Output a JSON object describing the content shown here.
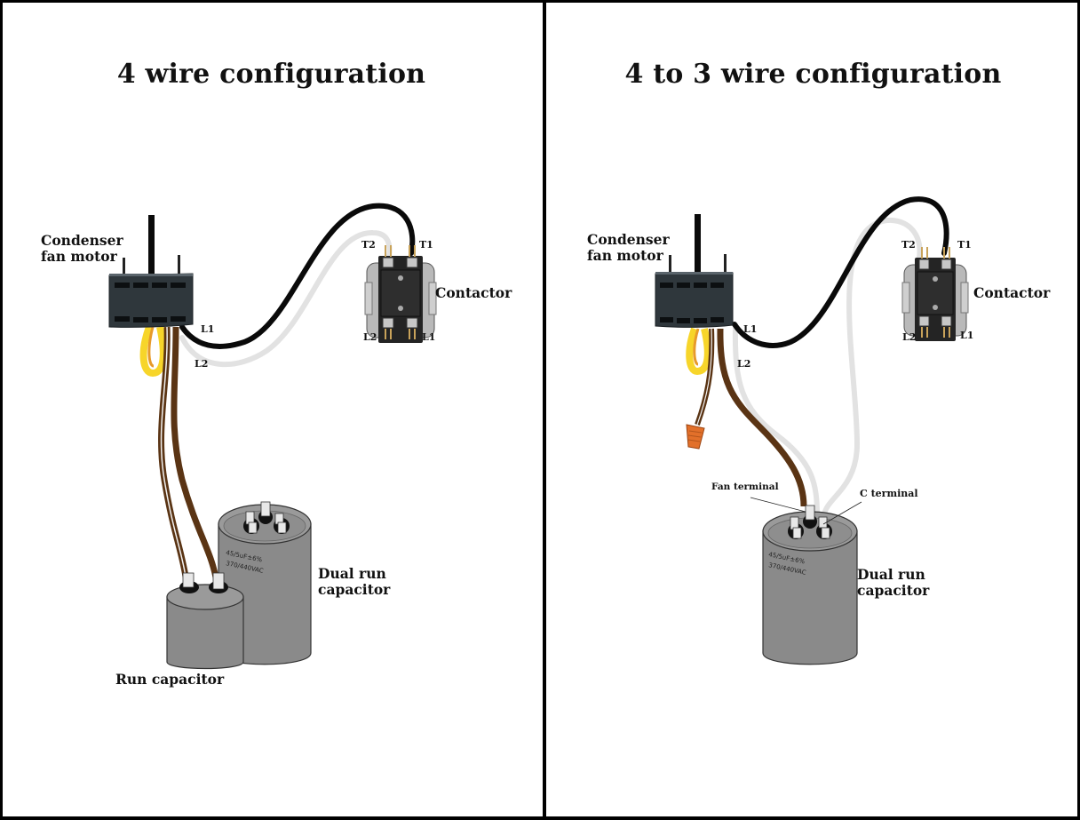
{
  "panels": [
    {
      "id": "left",
      "title": "4 wire configuration",
      "labels": {
        "motor_line1": "Condenser",
        "motor_line2": "fan motor",
        "contactor": "Contactor",
        "t1": "T1",
        "t2": "T2",
        "l1_contactor": "L1",
        "l2_contactor": "L2",
        "l1_wire": "L1",
        "l2_wire": "L2",
        "dual_cap_line1": "Dual run",
        "dual_cap_line2": "capacitor",
        "run_cap": "Run capacitor",
        "cap_rating_1": "45/5uF",
        "cap_rating_2": "±6%",
        "cap_voltage": "370/440VAC"
      }
    },
    {
      "id": "right",
      "title": "4 to 3 wire configuration",
      "labels": {
        "motor_line1": "Condenser",
        "motor_line2": "fan motor",
        "contactor": "Contactor",
        "t1": "T1",
        "t2": "T2",
        "l1_contactor": "L1",
        "l2_contactor": "L2",
        "l1_wire": "L1",
        "l2_wire": "L2",
        "fan_terminal": "Fan terminal",
        "c_terminal": "C terminal",
        "dual_cap_line1": "Dual run",
        "dual_cap_line2": "capacitor",
        "cap_rating_1": "45/5uF",
        "cap_rating_2": "±6%",
        "cap_voltage": "370/440VAC"
      }
    }
  ],
  "colors": {
    "wire_black": "#0a0a0a",
    "wire_white": "#e2e2e2",
    "wire_brown": "#5a3414",
    "wire_yellow": "#f7d52a",
    "wire_orange": "#e79a2a",
    "motor_body": "#2f373c",
    "capacitor_body": "#8a8a8a",
    "contactor_body": "#2b2b2b",
    "wire_nut": "#e2702a"
  }
}
